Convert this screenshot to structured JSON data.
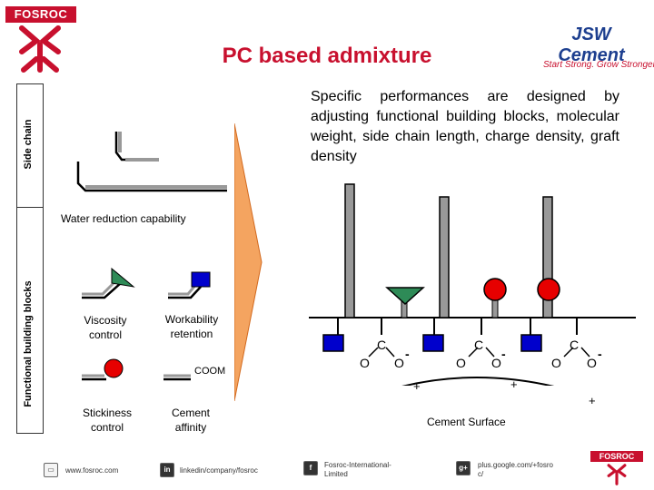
{
  "header": {
    "left_logo_text": "FOSROC",
    "title": "PC based admixture",
    "right_logo_name": "JSW Cement",
    "right_logo_tagline": "Start Strong. Grow Stronger."
  },
  "side_labels": {
    "top": "Side chain",
    "bottom": "Functional building blocks"
  },
  "description": "Specific performances are designed by adjusting functional building blocks, molecular weight, side chain length, charge density, graft density",
  "water_reduction": "Water reduction capability",
  "blocks": {
    "viscosity": [
      "Viscosity",
      "control"
    ],
    "workability": [
      "Workability",
      "retention"
    ],
    "coom": "COOM",
    "stickiness": [
      "Stickiness",
      "control"
    ],
    "cement_affinity": [
      "Cement",
      "affinity"
    ]
  },
  "molecule": {
    "carboxyl_c": "C",
    "oxygen": "O",
    "minus": "-",
    "plus": "+",
    "surface_label": "Cement Surface"
  },
  "footer": {
    "web": "www.fosroc.com",
    "linkedin": "linkedin/company/fosroc",
    "facebook": [
      "Fosroc-International-",
      "Limited"
    ],
    "google": [
      "plus.google.com/+fosro",
      "c/"
    ],
    "bottom_logo_text": "FOSROC"
  },
  "colors": {
    "brand_red": "#c8102e",
    "jsw_blue": "#1d3f8f",
    "arrow_orange": "#f4a460",
    "square_blue": "#0000cc",
    "triangle_green": "#2e8b57",
    "circle_red": "#e60000",
    "chain_grey": "#999999"
  }
}
